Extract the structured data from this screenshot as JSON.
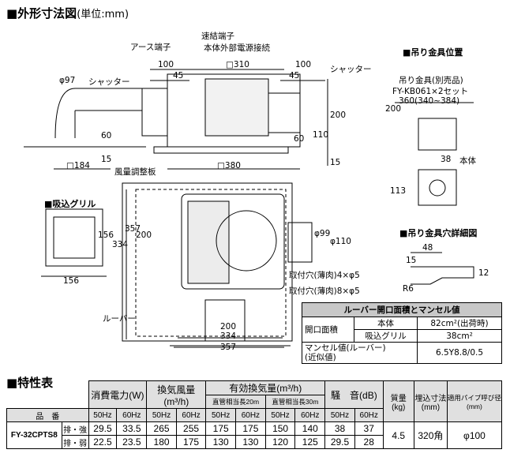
{
  "section1": {
    "title": "■外形寸法図",
    "unit": "(単位:mm)"
  },
  "hanger_section": {
    "title": "■吊り金具位置"
  },
  "grille_section": {
    "title": "■吸込グリル"
  },
  "hole_section": {
    "title": "■吊り金具穴詳細図"
  },
  "labels": {
    "earth": "アース端子",
    "quick_conn": "速結端子",
    "power": "本体外部電源接続",
    "shutter_left": "シャッター",
    "shutter_right": "シャッター",
    "hanger_item": "吊り金具(別売品)",
    "hanger_model": "FY-KB061×2セット",
    "hanger_dim": "360(340~384)",
    "body": "本体",
    "damper": "風量調整板",
    "louver": "ルーバー",
    "hole_thin4": "取付穴(薄肉)4×φ5",
    "hole_thin8": "取付穴(薄肉)8×φ5"
  },
  "dims": {
    "d100a": "100",
    "d45a": "45",
    "d310": "□310",
    "d97": "φ97",
    "d100b": "100",
    "d45b": "45",
    "d60a": "60",
    "d15a": "15",
    "d60b": "60",
    "d110": "110",
    "d200a": "200",
    "d15b": "15",
    "d184": "□184",
    "d380": "□380",
    "d200h": "200",
    "d113": "113",
    "d38": "38",
    "d334v": "334",
    "d357v": "357",
    "d200v": "200",
    "d99": "φ99",
    "d110b": "φ110",
    "d156a": "156",
    "d156b": "156",
    "d200w": "200",
    "d334w": "334",
    "d357w": "357",
    "d48": "48",
    "d15c": "15",
    "d12": "12",
    "dR6": "R6"
  },
  "louver_table": {
    "title": "ルーバー開口面積とマンセル値",
    "open_area": "開口面積",
    "body": "本体",
    "body_val": "82cm²(出荷時)",
    "grille": "吸込グリル",
    "grille_val": "38cm²",
    "munsell": "マンセル値(ルーバー)",
    "munsell_sub": "(近似値)",
    "munsell_val": "6.5Y8.8/0.5"
  },
  "spec": {
    "title": "■特性表",
    "col_power": "消費電力(W)",
    "col_air": "換気風量",
    "col_air_unit": "(m³/h)",
    "col_eff": "有効換気量(m³/h)",
    "col_eff20": "直管相当長20m",
    "col_eff30": "直管相当長30m",
    "col_noise": "騒　音(dB)",
    "col_mass": "質量",
    "col_mass_unit": "(kg)",
    "col_cut": "埋込寸法",
    "col_cut_unit": "(mm)",
    "col_pipe": "適用パイプ呼び径",
    "col_pipe_unit": "(mm)",
    "model_label": "品　番",
    "hz": [
      "50Hz",
      "60Hz",
      "50Hz",
      "60Hz",
      "50Hz",
      "60Hz",
      "50Hz",
      "60Hz",
      "50Hz",
      "60Hz"
    ],
    "model": "FY-32CPTS8",
    "rows": [
      {
        "mode": "排・強",
        "vals": [
          "29.5",
          "33.5",
          "265",
          "255",
          "175",
          "175",
          "150",
          "140",
          "38",
          "37"
        ]
      },
      {
        "mode": "排・弱",
        "vals": [
          "22.5",
          "23.5",
          "180",
          "175",
          "130",
          "130",
          "120",
          "125",
          "29.5",
          "28"
        ]
      }
    ],
    "mass": "4.5",
    "cut": "320角",
    "pipe": "φ100"
  }
}
